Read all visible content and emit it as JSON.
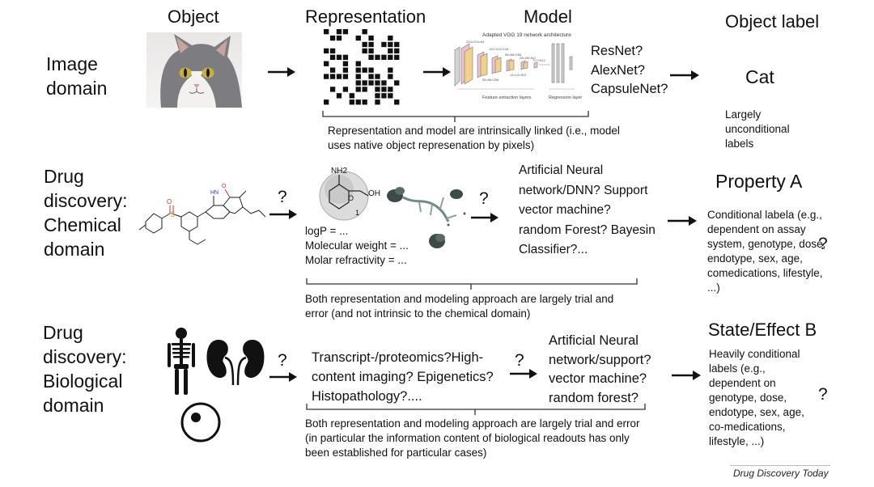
{
  "headers": {
    "object": "Object",
    "representation": "Representation",
    "model": "Model",
    "object_label": "Object label"
  },
  "rows": {
    "image": {
      "domain": "Image domain",
      "vgg_title": "Adapted VGG 19 network architecture",
      "vgg_bottom": "Feature extraction layers",
      "vgg_bottom2": "Regression layer",
      "models": [
        "ResNet?",
        "AlexNet?",
        "CapsuleNet?"
      ],
      "label": "Cat",
      "label_note": "Largely unconditional labels",
      "bracket_note": "Representation and model are intrinsically linked (i.e., model uses native object represenation by pixels)"
    },
    "chemical": {
      "domain": "Drug discovery: Chemical domain",
      "q1": "?",
      "mol_nh2": "NH2",
      "mol_oh": "OH",
      "mol_o": "O",
      "mol_1": "1",
      "descriptors": [
        "logP = ...",
        "Molecular weight = ...",
        "Molar refractivity = ..."
      ],
      "q2": "?",
      "model": "Artificial Neural network/DNN? Support vector machine? random Forest? Bayesin Classifier?...",
      "label": "Property A",
      "label_note": "Conditional labela (e.g., dependent on assay system, genotype, dose, endotype, sex, age, comedications, lifestyle, ...)",
      "q3": "?",
      "bracket_note": "Both representation and modeling approach are largely trial and error (and not intrinsic to the chemical domain)"
    },
    "biological": {
      "domain": "Drug discovery: Biological domain",
      "q1": "?",
      "representation": "Transcript-/proteomics?High-content imaging? Epigenetics? Histopathology?....",
      "q2": "?",
      "model": "Artificial Neural network/support? vector machine? random forest?",
      "label": "State/Effect B",
      "label_note": "Heavily conditional labels (e.g., dependent on genotype, dose, endotype, sex, age, co-medications, lifestyle, ...)",
      "q3": "?",
      "bracket_note": "Both representation and modeling approach are largely trial and error (in particular the information content of biological readouts has only been established for particular cases)"
    }
  },
  "footer": {
    "journal": "Drug Discovery Today"
  }
}
